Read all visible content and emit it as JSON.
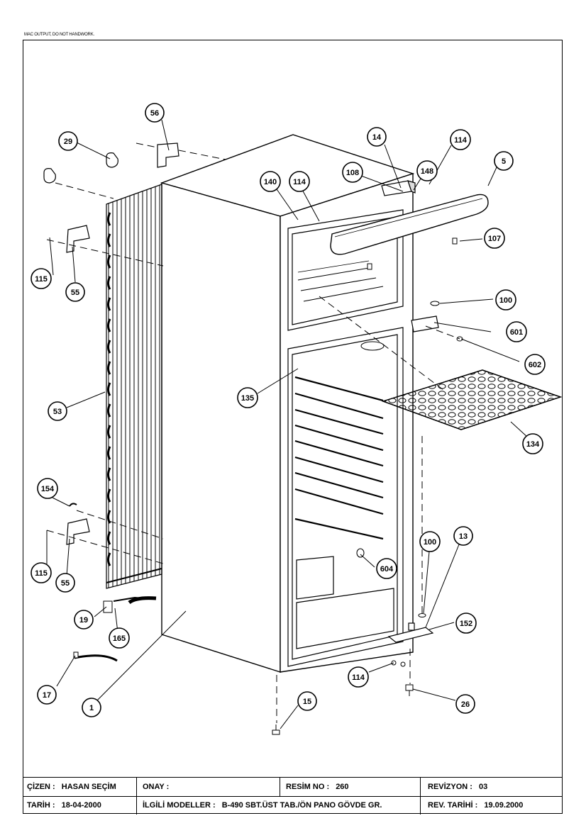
{
  "header_note": "MAC OUTPUT, DO NOT HANDWORK.",
  "callouts": {
    "c56": "56",
    "c29": "29",
    "c14": "14",
    "c114a": "114",
    "c5": "5",
    "c148": "148",
    "c108": "108",
    "c140": "140",
    "c114b": "114",
    "c107": "107",
    "c115a": "115",
    "c55a": "55",
    "c100a": "100",
    "c601": "601",
    "c602": "602",
    "c135": "135",
    "c53": "53",
    "c134": "134",
    "c154": "154",
    "c100b": "100",
    "c13": "13",
    "c604": "604",
    "c115b": "115",
    "c55b": "55",
    "c152": "152",
    "c19": "19",
    "c165": "165",
    "c114c": "114",
    "c26": "26",
    "c17": "17",
    "c1": "1",
    "c15": "15"
  },
  "title_block": {
    "drawer_label": "ÇİZEN :",
    "drawer_name": "HASAN SEÇİM",
    "approval_label": "ONAY :",
    "drawing_no_label": "RESİM NO :",
    "drawing_no": "260",
    "revision_label": "REVİZYON :",
    "revision": "03",
    "date_label": "TARİH :",
    "date": "18-04-2000",
    "models_label": "İLGİLİ MODELLER :",
    "models": "B-490 SBT.ÜST TAB./ÖN PANO GÖVDE GR.",
    "rev_date_label": "REV. TARİHİ :",
    "rev_date": "19.09.2000"
  }
}
